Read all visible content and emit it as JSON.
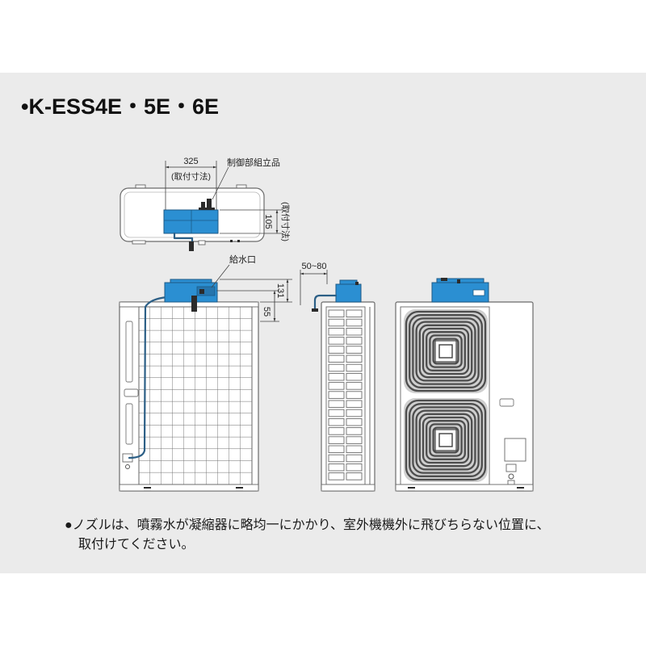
{
  "title": "•K-ESS4E・5E・6E",
  "top_view": {
    "width_dim": "325",
    "width_dim_note": "(取付寸法)",
    "depth_dim": "105",
    "depth_dim_note": "(取付寸法)",
    "component_label": "制御部組立品"
  },
  "front_view": {
    "inlet_label": "給水口",
    "dim_upper": "131",
    "dim_lower": "55"
  },
  "side_view": {
    "offset_dim": "50~80"
  },
  "note": {
    "line1": "●ノズルは、噴霧水が凝縮器に略均一にかかり、室外機機外に飛びちらない位置に、",
    "line2": "取付けてください。"
  },
  "colors": {
    "device_blue": "#2b8fd2",
    "panel_gray": "#ebebeb"
  }
}
